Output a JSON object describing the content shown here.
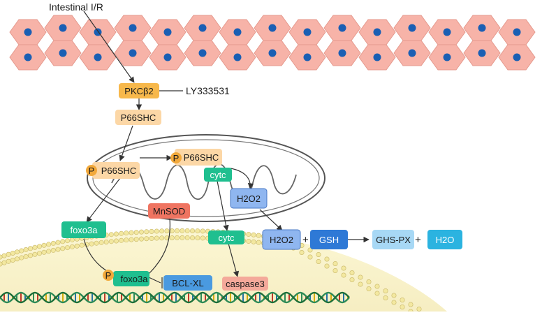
{
  "title": "Intestinal I/R",
  "inhibitor": "LY333531",
  "nodes": {
    "pkcb2": "PKCβ2",
    "p66shc_top": "P66SHC",
    "p66shc_mito_left": "P66SHC",
    "p66shc_mito_right": "P66SHC",
    "cytc_mito": "cytc",
    "h2o2_mito": "H2O2",
    "mnsod": "MnSOD",
    "foxo3a_cyto": "foxo3a",
    "cytc_cyto": "cytc",
    "h2o2_out": "H2O2",
    "gsh": "GSH",
    "ghs_px": "GHS-PX",
    "h2o": "H2O",
    "foxo3a_nucleus": "foxo3a",
    "bcl_xl": "BCL-XL",
    "caspase3": "caspase3"
  },
  "phospho_label": "P",
  "plus_sign": "+",
  "colors": {
    "cell": "#f7b3a8",
    "cell_border": "#e59a8e",
    "nucleus": "#1a5fb4",
    "pkc": "#f7b84b",
    "p66": "#fcd7a6",
    "cytc": "#1fbf8f",
    "h2o2": "#8fb6f0",
    "mnsod": "#ef7461",
    "gsh": "#2e79d6",
    "ghs_px": "#a7d8f5",
    "h2o": "#2bb3e0",
    "caspase": "#f4a99a",
    "bcl": "#4a9ae0",
    "phospho": "#f2a93b"
  }
}
